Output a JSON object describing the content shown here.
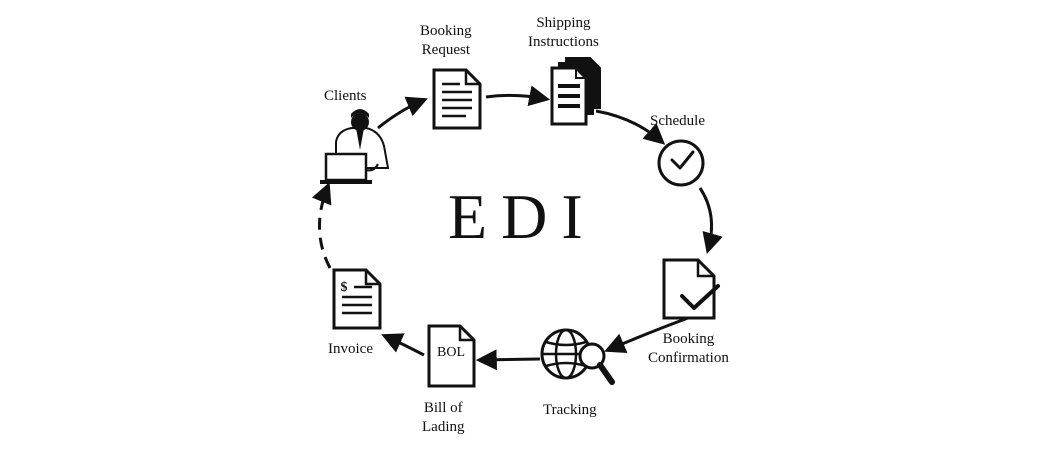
{
  "center_title": "EDI",
  "nodes": {
    "clients": "Clients",
    "booking_request": [
      "Booking",
      "Request"
    ],
    "shipping_instructions": [
      "Shipping",
      "Instructions"
    ],
    "schedule": "Schedule",
    "booking_confirmation": [
      "Booking",
      "Confirmation"
    ],
    "tracking": "Tracking",
    "bill_of_lading": [
      "Bill of",
      "Lading"
    ],
    "invoice": "Invoice"
  },
  "icons": {
    "clients": "person-at-laptop-icon",
    "booking_request": "document-icon",
    "shipping_instructions": "stacked-documents-icon",
    "schedule": "clock-icon",
    "booking_confirmation": "document-checkmark-icon",
    "tracking": "globe-magnifier-icon",
    "bill_of_lading": "bol-document-icon",
    "invoice": "invoice-document-icon"
  },
  "bol_text": "BOL",
  "invoice_symbol": "$",
  "colors": {
    "ink": "#111111",
    "background": "#ffffff"
  }
}
